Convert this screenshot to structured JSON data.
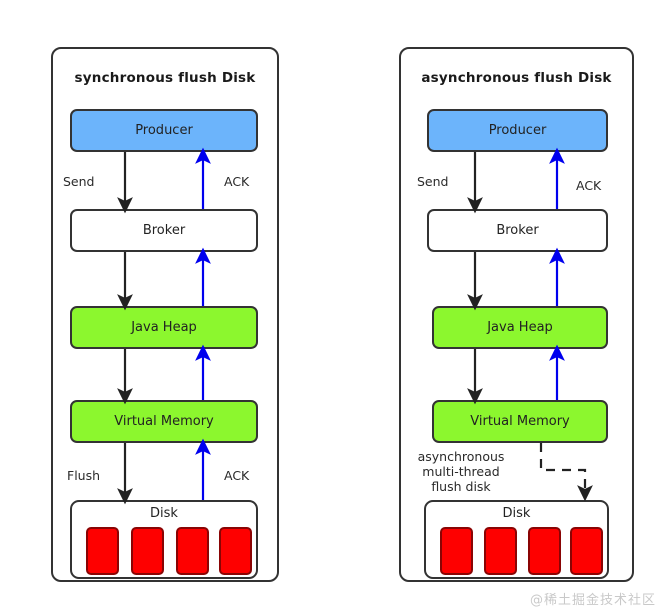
{
  "diagram": {
    "watermark": "@稀土掘金技术社区",
    "colors": {
      "producer_fill": "#6cb4fb",
      "memory_fill": "#8cf72e",
      "broker_fill": "#ffffff",
      "platter_fill": "#fe0000",
      "platter_stroke": "#8a0404",
      "down_arrow": "#222222",
      "ack_arrow": "#0000ee",
      "border": "#333333"
    },
    "panels": [
      {
        "id": "synchronous",
        "title": "synchronous flush Disk",
        "nodes": [
          {
            "name": "producer",
            "label": "Producer",
            "fill": "blue"
          },
          {
            "name": "broker",
            "label": "Broker",
            "fill": "white"
          },
          {
            "name": "java-heap",
            "label": "Java Heap",
            "fill": "green"
          },
          {
            "name": "virtual-memory",
            "label": "Virtual Memory",
            "fill": "green"
          },
          {
            "name": "disk",
            "label": "Disk",
            "fill": "white"
          }
        ],
        "edge_labels": {
          "send": "Send",
          "ack_top": "ACK",
          "flush": "Flush",
          "ack_bottom": "ACK"
        },
        "platters": 4
      },
      {
        "id": "asynchronous",
        "title": "asynchronous flush Disk",
        "nodes": [
          {
            "name": "producer",
            "label": "Producer",
            "fill": "blue"
          },
          {
            "name": "broker",
            "label": "Broker",
            "fill": "white"
          },
          {
            "name": "java-heap",
            "label": "Java Heap",
            "fill": "green"
          },
          {
            "name": "virtual-memory",
            "label": "Virtual Memory",
            "fill": "green"
          },
          {
            "name": "disk",
            "label": "Disk",
            "fill": "white"
          }
        ],
        "edge_labels": {
          "send": "Send",
          "ack_top": "ACK",
          "async_note": "asynchronous multi-thread flush disk"
        },
        "platters": 4
      }
    ]
  }
}
